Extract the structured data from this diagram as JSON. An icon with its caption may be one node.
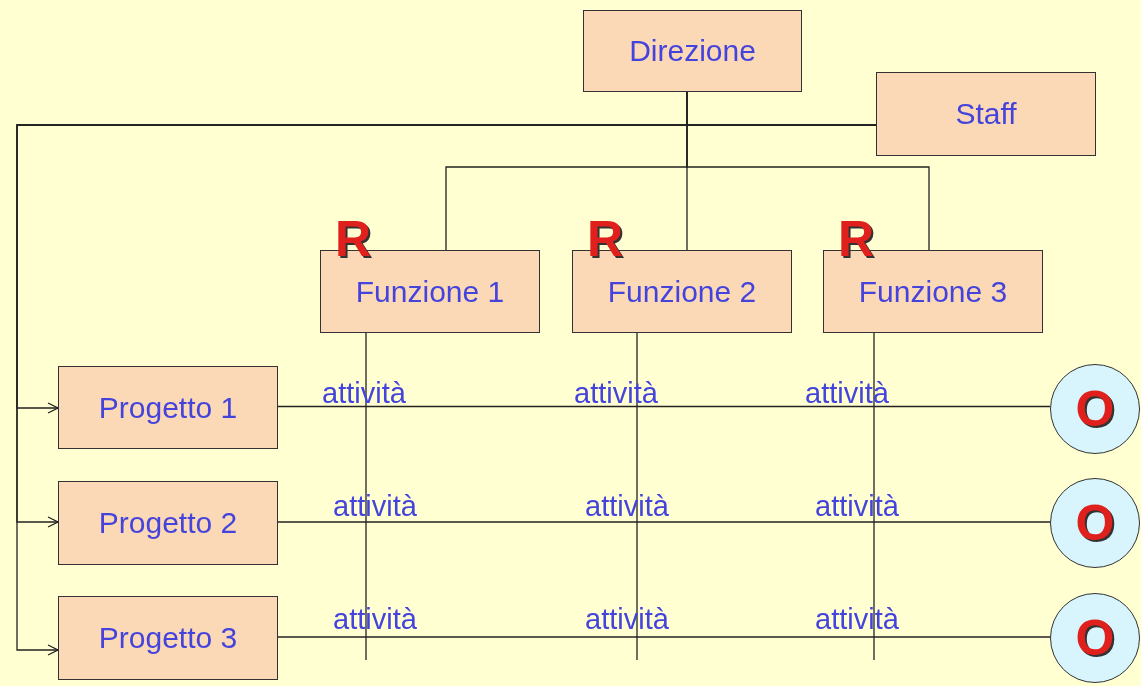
{
  "diagram": {
    "nodes": [
      {
        "text": [
          "Direzione"
        ]
      },
      {
        "text": [
          "Staff"
        ]
      },
      {
        "text": [
          "Funzione 1"
        ],
        "beside": [
          "R"
        ]
      },
      {
        "text": [
          "Funzione 2"
        ],
        "beside": [
          "R"
        ]
      },
      {
        "text": [
          "Funzione 3"
        ],
        "beside": [
          "R"
        ]
      },
      {
        "text": [
          "Progetto 1"
        ]
      },
      {
        "text": [
          "Progetto 2"
        ]
      },
      {
        "text": [
          "Progetto 3"
        ]
      },
      {
        "text": [
          "O"
        ]
      },
      {
        "text": [
          "O"
        ]
      },
      {
        "text": [
          "O"
        ]
      }
    ],
    "edges": [
      {
        "from": 0,
        "to": 1,
        "arrow": "none"
      },
      {
        "from": 0,
        "to": 2,
        "arrow": "none"
      },
      {
        "from": 0,
        "to": 3,
        "arrow": "none"
      },
      {
        "from": 0,
        "to": 4,
        "arrow": "none"
      },
      {
        "from": 1,
        "to": 5,
        "arrow": "to"
      },
      {
        "from": 1,
        "to": 6,
        "arrow": "to"
      },
      {
        "from": 1,
        "to": 7,
        "arrow": "to"
      },
      {
        "from": 5,
        "to": 8,
        "arrow": "none"
      },
      {
        "from": 6,
        "to": 9,
        "arrow": "none"
      },
      {
        "from": 7,
        "to": 10,
        "arrow": "none"
      },
      {
        "from": 2,
        "to": null,
        "arrow": "none"
      },
      {
        "from": 3,
        "to": null,
        "arrow": "none"
      },
      {
        "from": 4,
        "to": null,
        "arrow": "none"
      }
    ],
    "labels": [
      "attività",
      "attività",
      "attività",
      "attività",
      "attività",
      "attività",
      "attività",
      "attività",
      "attività"
    ]
  }
}
